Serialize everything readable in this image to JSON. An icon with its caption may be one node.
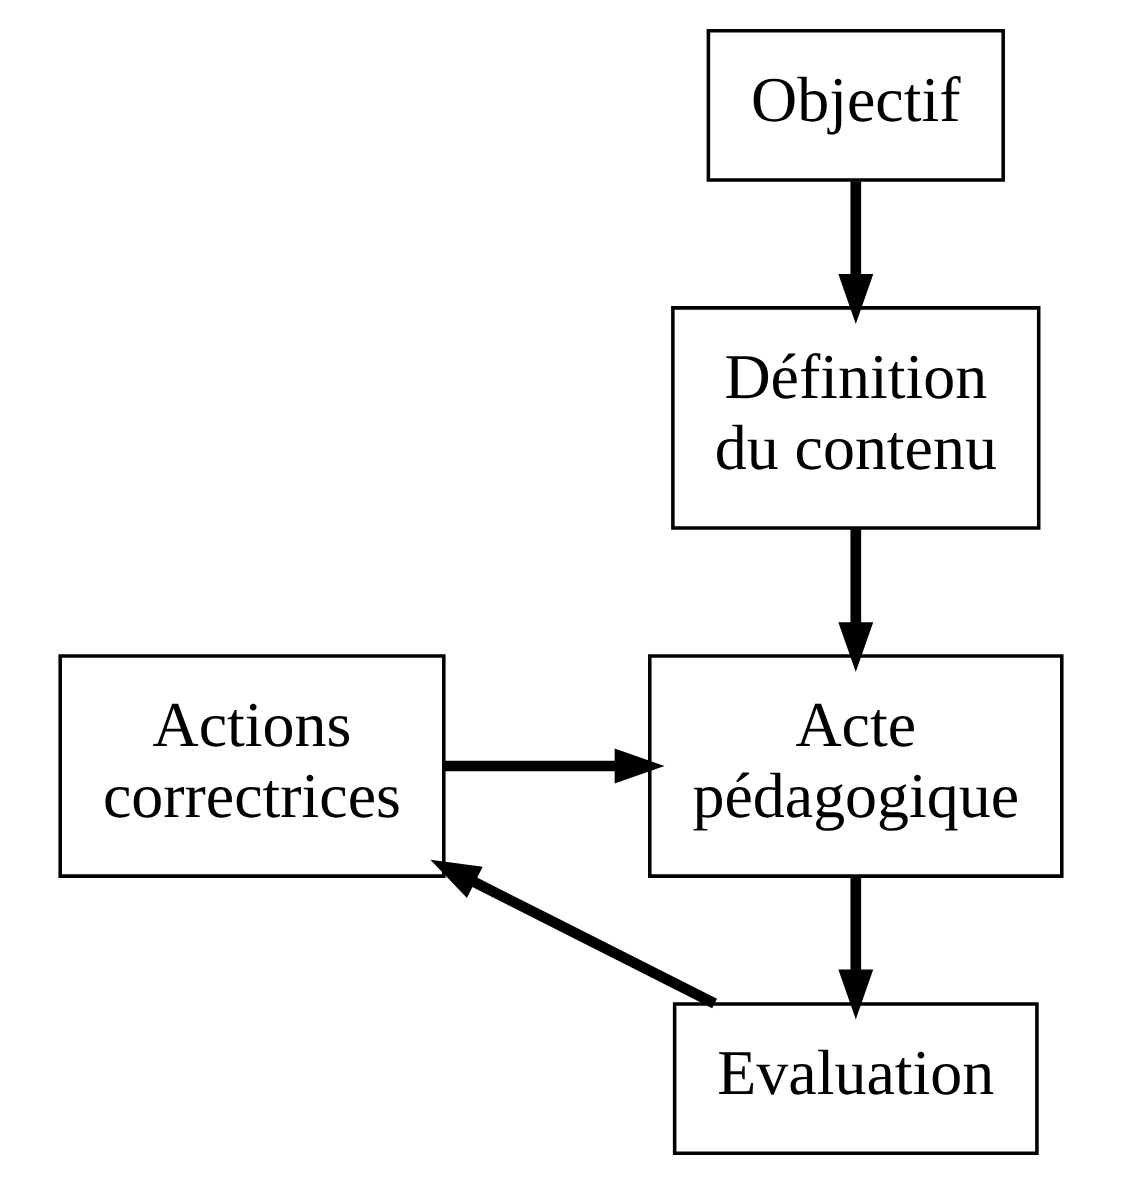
{
  "diagram": {
    "nodes": [
      {
        "text": [
          "Objectif"
        ]
      },
      {
        "text": [
          "Définition du contenu"
        ]
      },
      {
        "text": [
          "Acte pédagogique"
        ]
      },
      {
        "text": [
          "Actions correctrices"
        ]
      },
      {
        "text": [
          "Evaluation"
        ]
      }
    ],
    "edges": [
      {
        "from": 0,
        "to": 1,
        "arrow": "to"
      },
      {
        "from": 1,
        "to": 2,
        "arrow": "to"
      },
      {
        "from": 3,
        "to": 2,
        "arrow": "to"
      },
      {
        "from": 2,
        "to": 4,
        "arrow": "to"
      },
      {
        "from": 4,
        "to": 3,
        "arrow": "to"
      }
    ]
  }
}
